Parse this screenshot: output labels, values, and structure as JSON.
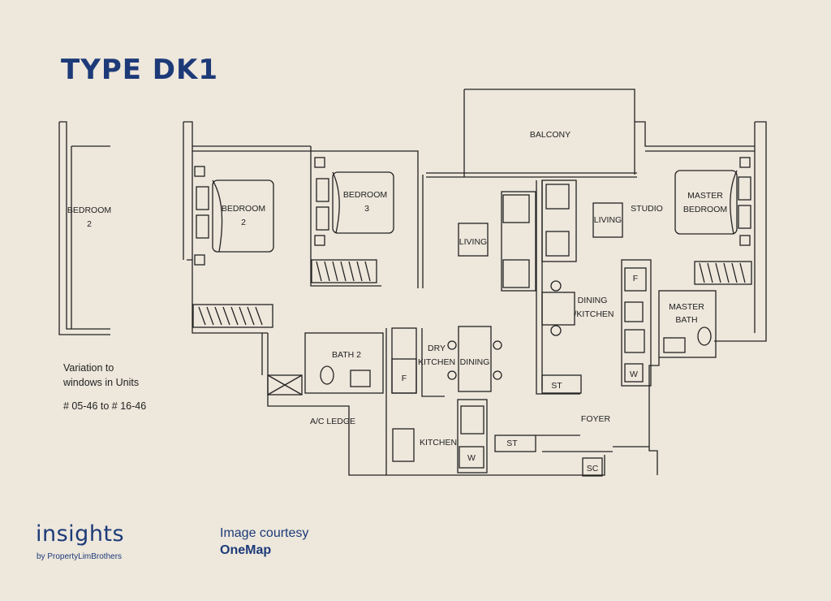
{
  "header": {
    "title": "TYPE DK1"
  },
  "rooms": {
    "balcony": "BALCONY",
    "bedroom2_inset_line1": "BEDROOM",
    "bedroom2_inset_line2": "2",
    "bedroom2_line1": "BEDROOM",
    "bedroom2_line2": "2",
    "bedroom3_line1": "BEDROOM",
    "bedroom3_line2": "3",
    "living": "LIVING",
    "studio_living": "LIVING",
    "studio": "STUDIO",
    "master_bedroom_line1": "MASTER",
    "master_bedroom_line2": "BEDROOM",
    "dining_kitchen_line1": "DINING",
    "dining_kitchen_line2": "/KITCHEN",
    "master_bath_line1": "MASTER",
    "master_bath_line2": "BATH",
    "bath2": "BATH 2",
    "dry_kitchen_line1": "DRY",
    "dry_kitchen_line2": "KITCHEN",
    "dining": "DINING",
    "ac_ledge": "A/C LEDGE",
    "kitchen": "KITCHEN",
    "foyer": "FOYER",
    "st1": "ST",
    "st2": "ST",
    "sc": "SC",
    "f1": "F",
    "f2": "F",
    "w1": "W",
    "w2": "W"
  },
  "note": {
    "line1": "Variation to",
    "line2": "windows in Units",
    "line3": "# 05-46 to # 16-46"
  },
  "branding": {
    "logo": "insights",
    "logo_sub": "by PropertyLimBrothers"
  },
  "courtesy": {
    "label": "Image courtesy",
    "source": "OneMap"
  },
  "colors": {
    "background": "#ede7dc",
    "brand_navy": "#1d3a78",
    "line": "#222222"
  }
}
